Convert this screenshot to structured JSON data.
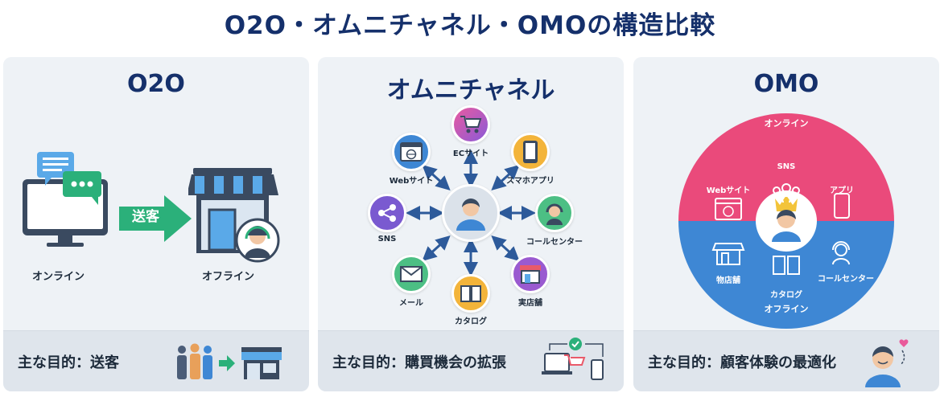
{
  "title": "O2O・オムニチャネル・OMOの構造比較",
  "colors": {
    "navy": "#15306b",
    "green": "#2bb07a",
    "pink": "#ea4a7b",
    "blue": "#3e87d4"
  },
  "panels": {
    "o2o": {
      "title": "O2O",
      "online_label": "オンライン",
      "offline_label": "オフライン",
      "arrow_label": "送客",
      "footer": "主な目的：送客"
    },
    "omni": {
      "title": "オムニチャネル",
      "nodes": {
        "ec": "ECサイト",
        "smartphone": "スマホアプリ",
        "call": "コールセンター",
        "store": "実店舗",
        "catalog": "カタログ",
        "mail": "メール",
        "sns": "SNS",
        "web": "Webサイト"
      },
      "footer": "主な目的：購買機会の拡張"
    },
    "omo": {
      "title": "OMO",
      "online_label": "オンライン",
      "offline_label": "オフライン",
      "items": {
        "sns": "SNS",
        "web": "Webサイト",
        "app": "アプリ",
        "store": "物店舗",
        "catalog": "カタログ",
        "call": "コールセンター"
      },
      "footer": "主な目的：顧客体験の最適化"
    }
  }
}
